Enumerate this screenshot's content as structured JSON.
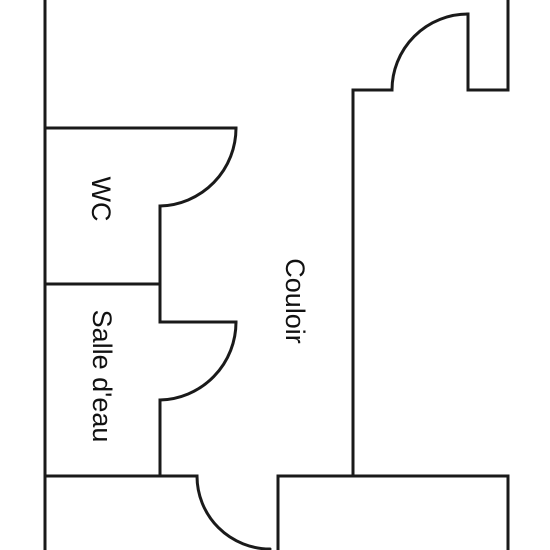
{
  "rooms": {
    "wc": {
      "label": "WC"
    },
    "salle_deau": {
      "label": "Salle d'eau"
    },
    "couloir": {
      "label": "Couloir"
    }
  }
}
